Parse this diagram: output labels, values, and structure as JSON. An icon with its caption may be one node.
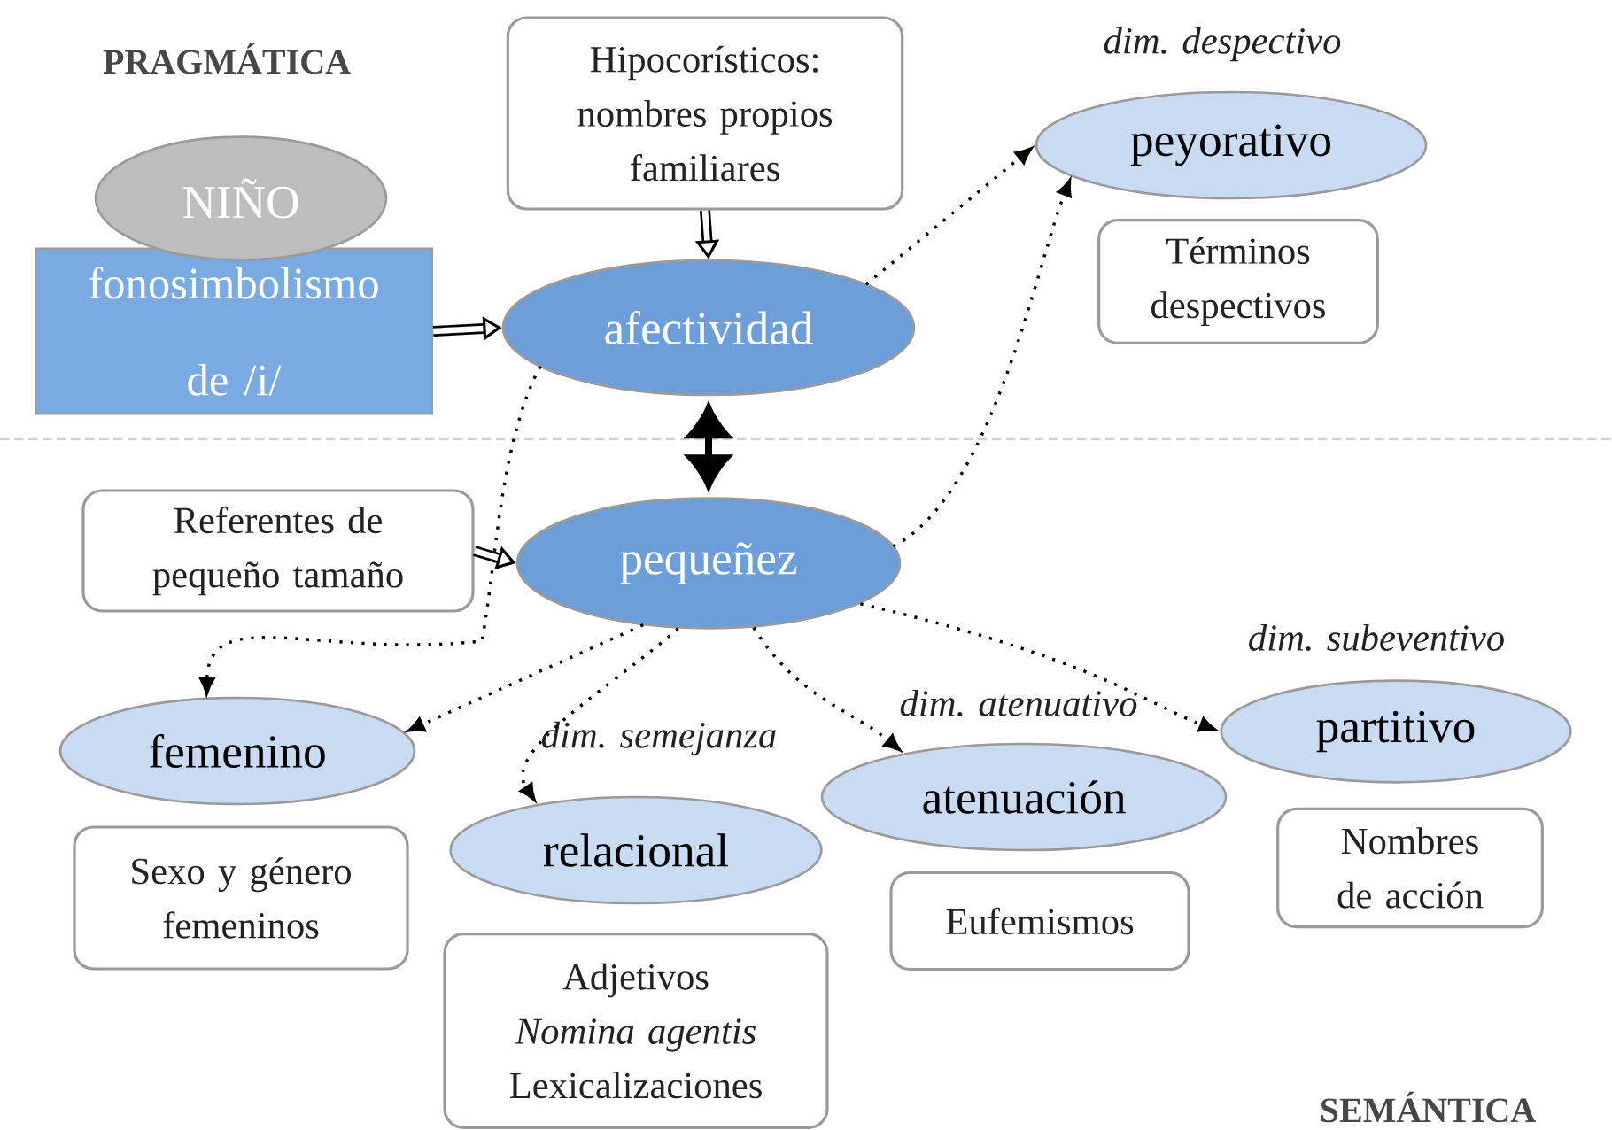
{
  "diagram": {
    "nodes": [
      {
        "text": [
          "NIÑO"
        ]
      },
      {
        "text": [
          "fonosimbolismo de /i/"
        ]
      },
      {
        "text": [
          "Hipocorísticos: nombres propios familiares"
        ]
      },
      {
        "text": [
          "afectividad"
        ]
      },
      {
        "text": [
          "peyorativo"
        ],
        "beside": [
          "dim. despectivo"
        ]
      },
      {
        "text": [
          "Términos despectivos"
        ]
      },
      {
        "text": [
          "Referentes de pequeño tamaño"
        ]
      },
      {
        "text": [
          "pequeñez"
        ]
      },
      {
        "text": [
          "femenino"
        ]
      },
      {
        "text": [
          "Sexo y género femeninos"
        ]
      },
      {
        "text": [
          "relacional"
        ],
        "beside": [
          "dim. semejanza"
        ]
      },
      {
        "text": [
          "Adjetivos",
          "*Nomina agentis*",
          "Lexicalizaciones"
        ]
      },
      {
        "text": [
          "atenuación"
        ],
        "beside": [
          "dim. atenuativo"
        ]
      },
      {
        "text": [
          "Eufemismos"
        ]
      },
      {
        "text": [
          "partitivo"
        ],
        "beside": [
          "dim. subeventivo"
        ]
      },
      {
        "text": [
          "Nombres de acción"
        ]
      }
    ],
    "edges": [
      {
        "from": 1,
        "to": 3,
        "arrow": "to",
        "style": "thick"
      },
      {
        "from": 2,
        "to": 3,
        "arrow": "to",
        "style": "thick"
      },
      {
        "from": 3,
        "to": 7,
        "arrow": "both",
        "style": "thick"
      },
      {
        "from": 6,
        "to": 7,
        "arrow": "to",
        "style": "thick"
      },
      {
        "from": 3,
        "to": 4,
        "arrow": "to",
        "style": "dashed"
      },
      {
        "from": 7,
        "to": 4,
        "arrow": "to",
        "style": "dashed"
      },
      {
        "from": 3,
        "to": 8,
        "arrow": "to",
        "style": "dashed"
      },
      {
        "from": 7,
        "to": 8,
        "arrow": "to",
        "style": "dashed"
      },
      {
        "from": 7,
        "to": 10,
        "arrow": "to",
        "style": "dashed"
      },
      {
        "from": 7,
        "to": 12,
        "arrow": "to",
        "style": "dashed"
      },
      {
        "from": 7,
        "to": 14,
        "arrow": "to",
        "style": "dashed"
      }
    ],
    "labels": [
      "PRAGMÁTICA",
      "SEMÁNTICA"
    ]
  }
}
